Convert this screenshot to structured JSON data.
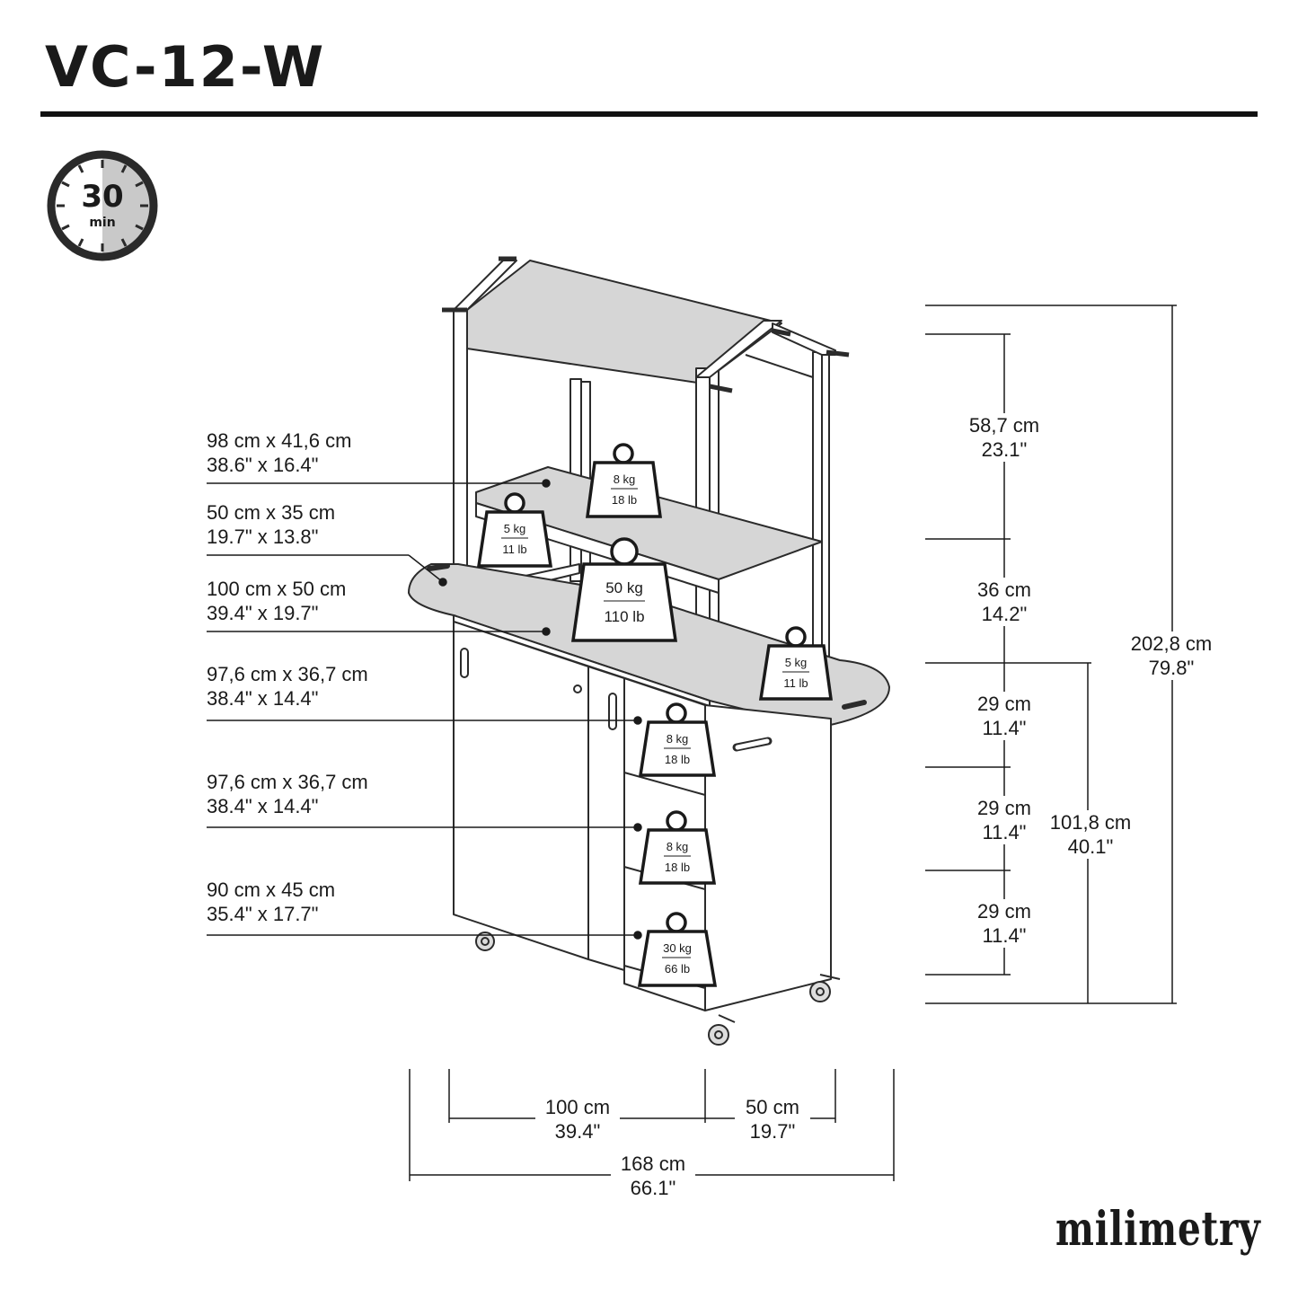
{
  "title": "VC-12-W",
  "assembly_time": {
    "value": "30",
    "unit": "min"
  },
  "brand": "milimetry",
  "shelf_labels": [
    {
      "metric": "98 cm x 41,6 cm",
      "imperial": "38.6\" x 16.4\""
    },
    {
      "metric": "50 cm x 35 cm",
      "imperial": "19.7\" x 13.8\""
    },
    {
      "metric": "100 cm x 50 cm",
      "imperial": "39.4\" x 19.7\""
    },
    {
      "metric": "97,6 cm x 36,7 cm",
      "imperial": "38.4\" x 14.4\""
    },
    {
      "metric": "97,6 cm x 36,7 cm",
      "imperial": "38.4\" x 14.4\""
    },
    {
      "metric": "90 cm x 45 cm",
      "imperial": "35.4\" x 17.7\""
    }
  ],
  "loads": [
    {
      "kg": "8 kg",
      "lb": "18 lb"
    },
    {
      "kg": "5 kg",
      "lb": "11 lb"
    },
    {
      "kg": "50 kg",
      "lb": "110 lb"
    },
    {
      "kg": "5 kg",
      "lb": "11 lb"
    },
    {
      "kg": "8 kg",
      "lb": "18 lb"
    },
    {
      "kg": "8 kg",
      "lb": "18 lb"
    },
    {
      "kg": "30 kg",
      "lb": "66 lb"
    }
  ],
  "heights": [
    {
      "metric": "58,7 cm",
      "imperial": "23.1\""
    },
    {
      "metric": "36 cm",
      "imperial": "14.2\""
    },
    {
      "metric": "29 cm",
      "imperial": "11.4\""
    },
    {
      "metric": "29 cm",
      "imperial": "11.4\""
    },
    {
      "metric": "29 cm",
      "imperial": "11.4\""
    }
  ],
  "cabinet_height": {
    "metric": "101,8 cm",
    "imperial": "40.1\""
  },
  "total_height": {
    "metric": "202,8 cm",
    "imperial": "79.8\""
  },
  "widths": [
    {
      "metric": "100 cm",
      "imperial": "39.4\""
    },
    {
      "metric": "50 cm",
      "imperial": "19.7\""
    }
  ],
  "total_width": {
    "metric": "168 cm",
    "imperial": "66.1\""
  }
}
